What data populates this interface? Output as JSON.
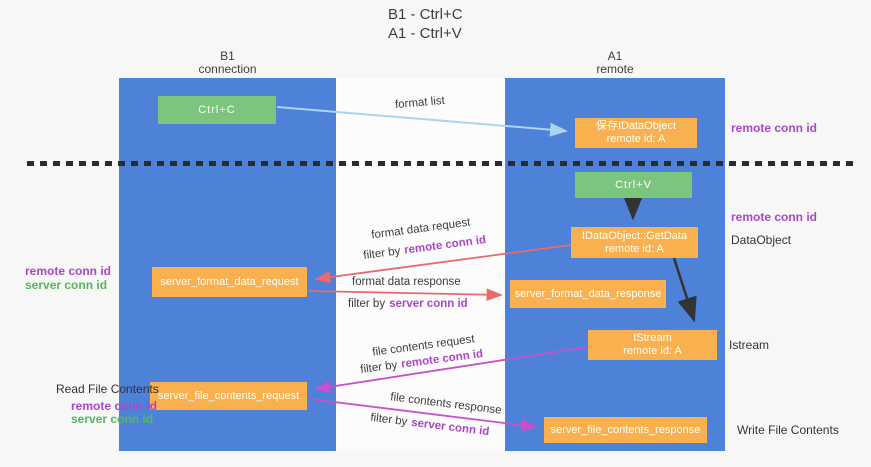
{
  "title": {
    "line1": "B1 - Ctrl+C",
    "line2": "A1 - Ctrl+V"
  },
  "columns": {
    "left": {
      "name": "B1",
      "role": "connection"
    },
    "right": {
      "name": "A1",
      "role": "remote"
    }
  },
  "boxes": {
    "ctrl_c": {
      "label": "Ctrl+C"
    },
    "save_idataobject": {
      "line1": "保存IDataObject",
      "line2": "remote id: A"
    },
    "ctrl_v": {
      "label": "Ctrl+V"
    },
    "getdata": {
      "line1": "IDataObject::GetData",
      "line2": "remote id: A"
    },
    "istream": {
      "line1": "IStream",
      "line2": "remote id: A"
    },
    "server_format_data_request": {
      "label": "server_format_data_request"
    },
    "server_format_data_response": {
      "label": "server_format_data_response"
    },
    "server_file_contents_request": {
      "label": "server_file_contents_request"
    },
    "server_file_contents_response": {
      "label": "server_file_contents_response"
    }
  },
  "flow_labels": {
    "format_list": "format list",
    "format_data_request": "format data request",
    "format_data_response": "format data response",
    "file_contents_request": "file contents request",
    "file_contents_response": "file contents response",
    "filter_by": "filter by",
    "remote_conn_id": "remote conn id",
    "server_conn_id": "server conn id"
  },
  "side_labels": {
    "remote_conn_id": "remote conn id",
    "server_conn_id": "server conn id",
    "dataobject": "DataObject",
    "istream": "Istream",
    "read_file_contents": "Read File Contents",
    "write_file_contents": "Write File Contents"
  },
  "colors": {
    "column_blue": "#4d82d8",
    "box_green": "#7cc57e",
    "box_orange": "#f9b04e",
    "arrow_light_blue": "#aad4f0",
    "arrow_red": "#e96a6a",
    "arrow_magenta": "#cb4ecb",
    "arrow_black": "#333333",
    "text_purple": "#ab47c7",
    "text_green": "#53b85e"
  }
}
